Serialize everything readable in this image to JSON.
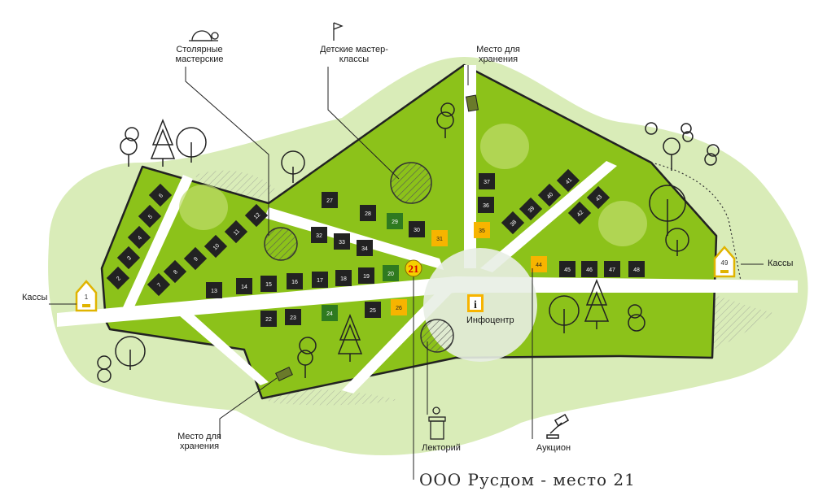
{
  "labels": {
    "workshops": "Столярные мастерские",
    "kids": "Детские мастер-классы",
    "storage_top": "Место для хранения",
    "storage_bottom": "Место для хранения",
    "kassy_left": "Кассы",
    "kassy_right": "Кассы",
    "infocenter": "Инфоцентр",
    "lectorium": "Лекторий",
    "auction": "Аукцион",
    "info_letter": "i",
    "kassa_left_num": "1",
    "kassa_right_num": "49"
  },
  "highlight": {
    "number": "21",
    "color": "#f5d000",
    "text_color": "#d60000"
  },
  "caption": "ООО Русдом - место 21",
  "colors": {
    "grass": "#8cc21a",
    "grass_light": "#bfdd6c",
    "background_green": "#d9ecb8",
    "stall_dark": "#222222",
    "stall_green": "#2f7a20",
    "stall_yellow": "#f7b400",
    "outline": "#222222"
  },
  "stalls": [
    {
      "n": "2",
      "c": "dark"
    },
    {
      "n": "3",
      "c": "dark"
    },
    {
      "n": "4",
      "c": "dark"
    },
    {
      "n": "5",
      "c": "dark"
    },
    {
      "n": "6",
      "c": "dark"
    },
    {
      "n": "7",
      "c": "dark"
    },
    {
      "n": "8",
      "c": "dark"
    },
    {
      "n": "9",
      "c": "dark"
    },
    {
      "n": "10",
      "c": "dark"
    },
    {
      "n": "11",
      "c": "dark"
    },
    {
      "n": "12",
      "c": "dark"
    },
    {
      "n": "13",
      "c": "dark"
    },
    {
      "n": "14",
      "c": "dark"
    },
    {
      "n": "15",
      "c": "dark"
    },
    {
      "n": "16",
      "c": "dark"
    },
    {
      "n": "17",
      "c": "dark"
    },
    {
      "n": "18",
      "c": "dark"
    },
    {
      "n": "19",
      "c": "dark"
    },
    {
      "n": "20",
      "c": "green"
    },
    {
      "n": "22",
      "c": "dark"
    },
    {
      "n": "23",
      "c": "dark"
    },
    {
      "n": "24",
      "c": "green"
    },
    {
      "n": "25",
      "c": "dark"
    },
    {
      "n": "26",
      "c": "yellow"
    },
    {
      "n": "27",
      "c": "dark"
    },
    {
      "n": "28",
      "c": "dark"
    },
    {
      "n": "29",
      "c": "green"
    },
    {
      "n": "30",
      "c": "dark"
    },
    {
      "n": "31",
      "c": "yellow"
    },
    {
      "n": "32",
      "c": "dark"
    },
    {
      "n": "33",
      "c": "dark"
    },
    {
      "n": "34",
      "c": "dark"
    },
    {
      "n": "35",
      "c": "yellow"
    },
    {
      "n": "36",
      "c": "dark"
    },
    {
      "n": "37",
      "c": "dark"
    },
    {
      "n": "38",
      "c": "dark"
    },
    {
      "n": "39",
      "c": "dark"
    },
    {
      "n": "40",
      "c": "dark"
    },
    {
      "n": "41",
      "c": "dark"
    },
    {
      "n": "42",
      "c": "dark"
    },
    {
      "n": "43",
      "c": "dark"
    },
    {
      "n": "44",
      "c": "yellow"
    },
    {
      "n": "45",
      "c": "dark"
    },
    {
      "n": "46",
      "c": "dark"
    },
    {
      "n": "47",
      "c": "dark"
    },
    {
      "n": "48",
      "c": "dark"
    }
  ]
}
